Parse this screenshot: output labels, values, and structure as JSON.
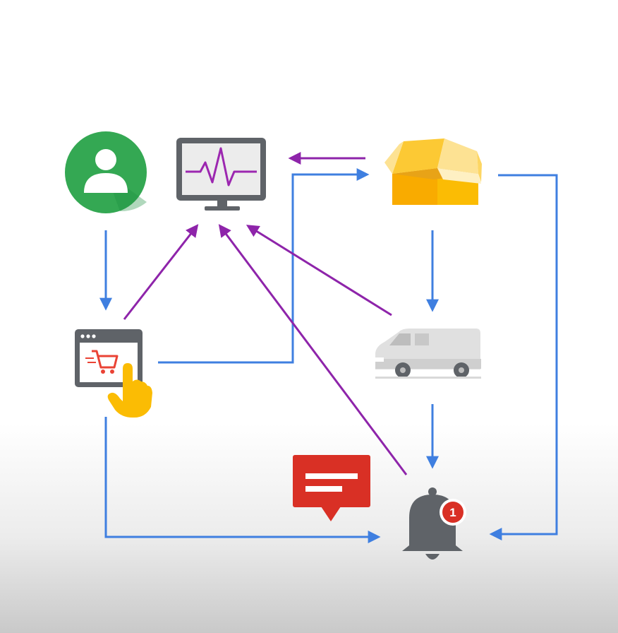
{
  "diagram": {
    "nodes": [
      {
        "id": "user",
        "icon": "user-avatar-icon"
      },
      {
        "id": "monitor",
        "icon": "monitor-waveform-icon"
      },
      {
        "id": "package",
        "icon": "cardboard-box-icon"
      },
      {
        "id": "shop",
        "icon": "shopping-cart-browser-icon"
      },
      {
        "id": "van",
        "icon": "delivery-van-icon"
      },
      {
        "id": "message",
        "icon": "message-bubble-icon"
      },
      {
        "id": "notification",
        "icon": "notification-bell-icon"
      }
    ],
    "edges": [
      {
        "from": "user",
        "to": "shop",
        "kind": "flow"
      },
      {
        "from": "shop",
        "to": "package",
        "kind": "flow"
      },
      {
        "from": "shop",
        "to": "notification",
        "kind": "flow"
      },
      {
        "from": "package",
        "to": "van",
        "kind": "flow"
      },
      {
        "from": "package",
        "to": "notification",
        "kind": "flow"
      },
      {
        "from": "van",
        "to": "notification",
        "kind": "flow"
      },
      {
        "from": "package",
        "to": "monitor",
        "kind": "monitoring"
      },
      {
        "from": "shop",
        "to": "monitor",
        "kind": "monitoring"
      },
      {
        "from": "van",
        "to": "monitor",
        "kind": "monitoring"
      },
      {
        "from": "notification",
        "to": "monitor",
        "kind": "monitoring"
      }
    ],
    "notification_badge": "1",
    "colors": {
      "flow_arrow": "#3f7fe0",
      "monitoring_arrow": "#8e24aa",
      "user_green": "#34a853",
      "box_orange": "#fbbc04",
      "message_red": "#d93025",
      "bell_gray": "#5f6368",
      "monitor_wave": "#9c27b0"
    }
  }
}
